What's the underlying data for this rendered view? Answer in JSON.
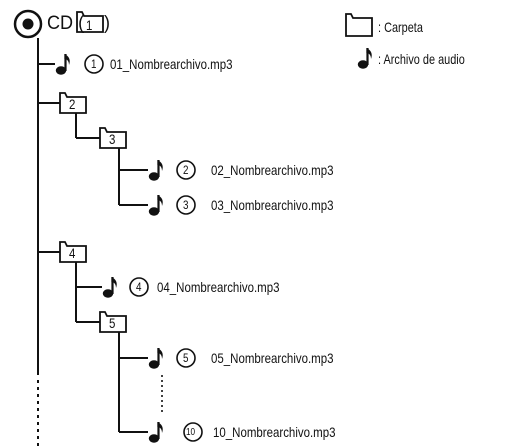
{
  "root": {
    "label": "CD (",
    "close": ")",
    "folder_number": "1"
  },
  "legend": {
    "folder": ": Carpeta",
    "audio": ": Archivo de audio"
  },
  "folders": [
    {
      "number": "2"
    },
    {
      "number": "3"
    },
    {
      "number": "4"
    },
    {
      "number": "5"
    }
  ],
  "files": [
    {
      "index": "1",
      "name": "01_Nombrearchivo.mp3"
    },
    {
      "index": "2",
      "name": "02_Nombrearchivo.mp3"
    },
    {
      "index": "3",
      "name": "03_Nombrearchivo.mp3"
    },
    {
      "index": "4",
      "name": "04_Nombrearchivo.mp3"
    },
    {
      "index": "5",
      "name": "05_Nombrearchivo.mp3"
    },
    {
      "index": "10",
      "name": "10_Nombrearchivo.mp3"
    }
  ]
}
